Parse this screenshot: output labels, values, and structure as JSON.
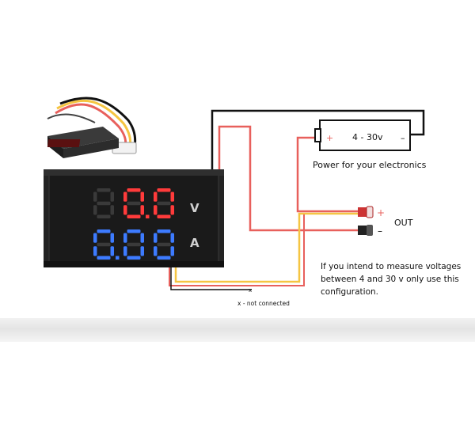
{
  "meter": {
    "voltage_display": "0.0",
    "voltage_ghost_digit": "8",
    "voltage_unit": "V",
    "current_display": "0.00",
    "current_unit": "A",
    "colors": {
      "voltage": "#ff3b3b",
      "current": "#3d7bff",
      "body": "#2a2a2a"
    }
  },
  "battery": {
    "label": "4 - 30v",
    "plus": "+",
    "minus": "–"
  },
  "power_caption": "Power for your electronics",
  "output": {
    "plus": "+",
    "minus": "–",
    "label": "OUT"
  },
  "note": {
    "lines": [
      "If you intend to measure voltages",
      "between 4 and 30 v only use this",
      "configuration."
    ]
  },
  "not_connected": {
    "mark": "x",
    "label": "x - not connected"
  },
  "wire_colors": {
    "red": "#e8605c",
    "black": "#111111",
    "yellow": "#f5c542"
  }
}
